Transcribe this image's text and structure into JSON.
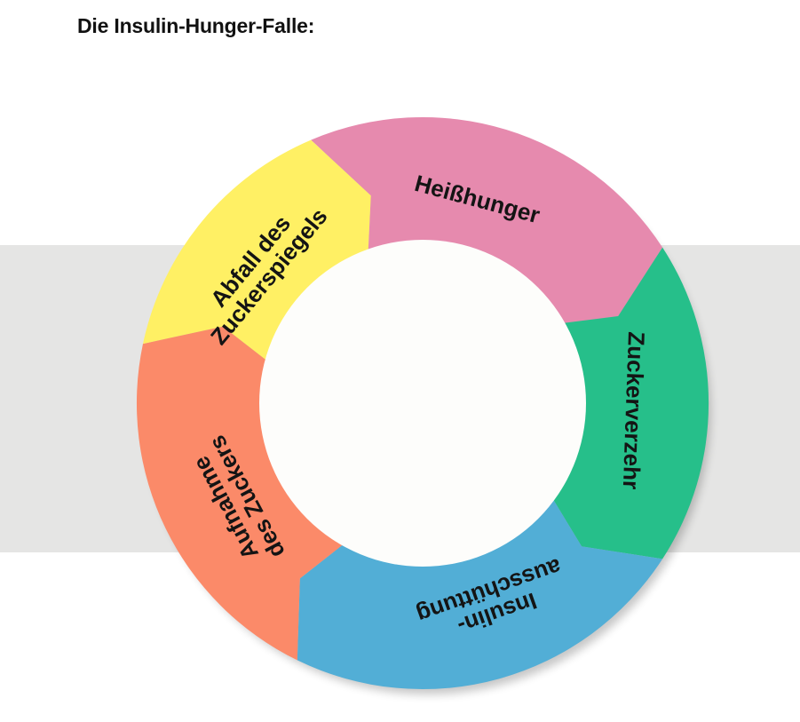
{
  "title": "Die Insulin-Hunger-Falle:",
  "colors": {
    "background_band": "#e5e5e4",
    "center": "#fdfdfb",
    "heisshunger": "#e68aae",
    "zuckerverzehr": "#26bf8a",
    "insulinausschuettung": "#52aed6",
    "aufnahme": "#fb8a69",
    "abfall": "#fff064"
  },
  "cycle": {
    "direction": "clockwise",
    "segments": [
      {
        "id": "heisshunger",
        "lines": [
          "Heißhunger"
        ]
      },
      {
        "id": "zuckerverzehr",
        "lines": [
          "Zuckerverzehr"
        ]
      },
      {
        "id": "insulinausschuettung",
        "lines": [
          "Insulin-",
          "ausschüttung"
        ]
      },
      {
        "id": "aufnahme",
        "lines": [
          "Aufnahme",
          "des Zuckers"
        ]
      },
      {
        "id": "abfall",
        "lines": [
          "Abfall des",
          "Zuckerspiegels"
        ]
      }
    ]
  }
}
